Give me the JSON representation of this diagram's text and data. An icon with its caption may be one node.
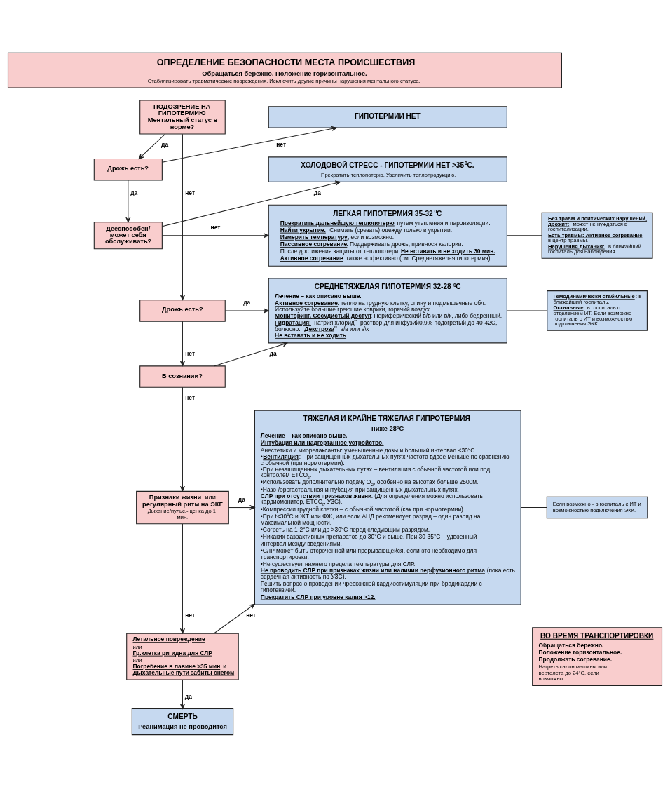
{
  "diagram": {
    "nodes": [
      {
        "text": [
          "ОПРЕДЕЛЕНИЕ БЕЗОПАСНОСТИ МЕСТА ПРОИСШЕСТВИЯ",
          "Обращаться бережно. Положение горизонтальное.",
          "Стабилизировать травматические повреждения. Исключить другие причины нарушения ментального статуса."
        ]
      },
      {
        "text": [
          "ПОДОЗРЕНИЕ НА ГИПОТЕРМИЮ",
          "Ментальный статус в норме?"
        ]
      },
      {
        "text": [
          "ГИПОТЕРМИИ НЕТ"
        ]
      },
      {
        "text": [
          "ХОЛОДОВОЙ СТРЕСС - ГИПОТЕРМИИ НЕТ >35$^{0}$C.",
          "Прекратить теплопотерю. Увеличить теплопродукцию."
        ]
      },
      {
        "text": [
          "Дрожь есть?"
        ]
      },
      {
        "text": [
          "Дееспособен/ может себя обслуживать?"
        ]
      },
      {
        "text": [
          "ЛЕГКАЯ ГИПОТЕРМИЯ 35-32$^{0}$C",
          "**Прекратить дальнейшую теплопотерю** путем утепления и пароизоляции.",
          "**Найти укрытие.** Снимать (срезать) одежду только в укрытии.",
          "**Измерить температуру**, если возможно.",
          "**Пассивное согревание**: Поддерживать дрожь, привнося калории.",
          "После достижения защиты от теплопотери **Не вставать и не ходить 30 мин.**",
          "**Активное согревание** также эффективно (см. Среднетяжелая гипотермия)."
        ]
      },
      {
        "text": [
          "**Без травм и психических нарушений, дрожит:** может не нуждаться в госпитализации.",
          "**Есть травмы: Активное согревание**, в центр травмы.",
          "**Нарушения дыхания:** в ближайший госпиталь для наблюдения."
        ]
      },
      {
        "text": [
          "Дрожь есть?"
        ]
      },
      {
        "text": [
          "СРЕДНЕТЯЖЕЛАЯ ГИПОТЕРМИЯ 32-28$^{0}$C",
          "Лечение – как описано выше.",
          "**Активное согревание**: тепло на грудную клетку, спину и подмышечные обл. Используйте большие греющие коврики, горячий воздух.",
          "**Мониторинг. Сосудистый доступ**: Периферический в/в или в/к, либо бедренный.",
          "**Гидратация:** натрия хлорид$^{**}$ раствор для инфузий0,9% подогретый до 40-42С, болюсно. **Декстроза**$^{**}$ в/в или в\\к",
          "Не вставать и не ходить"
        ]
      },
      {
        "text": [
          "**Гемодинамически стабильные**: в ближайший госпиталь.",
          "**Остальные**: в госпиталь с отделением ИТ. Если возможно – госпиталь с ИТ и возможностью подключения ЭКК."
        ]
      },
      {
        "text": [
          "В сознании?"
        ]
      },
      {
        "text": [
          "**Признаки жизни** или **регулярный ритм на ЭКГ**",
          "Дыхание/пульс.- ценка до 1 мин."
        ]
      },
      {
        "text": [
          "ТЯЖЕЛАЯ И КРАЙНЕ ТЯЖЕЛАЯ ГИПРОТЕРМИЯ",
          "ниже 28°C",
          "Лечение – как описано выше.",
          "Интубация или надгортанное устройство.",
          "Анестетики и миорелаксанты: уменьшенные дозы и больший интервал <30°C.",
          "•**Вентиляция**: При защищенных дыхательных путях частота вдвое меньше по сравнению с обычной (при нормотермии).",
          "•При незащищенных дыхательных путях – вентиляция с обычной частотой или под контролем ETCO$_{2}$.",
          "•Использовать дополнительно подачу O$_{2}$, особенно на высотах больше 2500м.",
          "•Назо-/орогастральная интубация при защищенных дыхательных путях.",
          "**СЛР при отсутствии признаков жизни**. (Для определения можно использовать кардиомонитор, ETCO$_{2}$, УЗС).",
          "•Компрессии грудной клетки – с обычной частотой (как при нормотермии).",
          "•При t<30°C и ЖТ или ФЖ, или если АНД рекомендует разряд – один разряд на максимальной мощности.",
          "•Согреть на 1-2°C или до >30°C перед следующим разрядом.",
          "•Никаких вазоактивных препаратов до 30°C и выше. При 30-35°C – удвоенный интервал между введениями.",
          "•СЛР может быть отсроченной или прерывающейся, если это необходимо для транспортировки.",
          "•Не существует нижнего предела температуры для СЛР.",
          "**Не проводить СЛР при признаках жизни или наличии перфузионного ритма** (пока есть сердечная активность по УЗС).",
          "Решить вопрос о проведении чрескожной кардиостимуляции при брадикардии с гипотензией.",
          "Прекратить СЛР при уровне калия >12."
        ]
      },
      {
        "text": [
          "Если возможно - в госпиталь с ИТ и возможностью подключения ЭКК."
        ]
      },
      {
        "text": [
          "Летальное повреждение",
          "или",
          "Гр.клетка ригидна для СЛР",
          "или",
          "**Погребение в лавине >35 мин** и **Дыхательные пути забиты снегом**"
        ]
      },
      {
        "text": [
          "СМЕРТЬ",
          "Реанимация не проводится"
        ]
      },
      {
        "text": [
          "ВО ВРЕМЯ ТРАНСПОРТИРОВКИ",
          "Обращаться бережно.",
          "Положение горизонтальное.",
          "Продолжать согревание.",
          "Нагреть салон машины или вертолета до 24°C, если возможно"
        ]
      }
    ],
    "edges": [
      {
        "from": 1,
        "to": 4,
        "label": "да",
        "arrow": "to"
      },
      {
        "from": 4,
        "to": 2,
        "label": "нет",
        "arrow": "to"
      },
      {
        "from": 4,
        "to": 5,
        "label": "да",
        "arrow": "to"
      },
      {
        "from": 5,
        "to": 3,
        "label": "да",
        "arrow": "to"
      },
      {
        "from": 5,
        "to": 6,
        "label": "нет",
        "arrow": "to"
      },
      {
        "from": 6,
        "to": 7,
        "arrow": "none"
      },
      {
        "from": 1,
        "to": 8,
        "label": "нет",
        "arrow": "to"
      },
      {
        "from": 8,
        "to": 9,
        "label": "да",
        "arrow": "to"
      },
      {
        "from": 8,
        "to": 11,
        "label": "нет",
        "arrow": "to"
      },
      {
        "from": 11,
        "to": 9,
        "label": "да",
        "arrow": "to"
      },
      {
        "from": 9,
        "to": 10,
        "arrow": "none"
      },
      {
        "from": 11,
        "to": 12,
        "label": "нет",
        "arrow": "to"
      },
      {
        "from": 12,
        "to": 13,
        "label": "да",
        "arrow": "to"
      },
      {
        "from": 13,
        "to": 14,
        "arrow": "none"
      },
      {
        "from": 12,
        "to": 15,
        "label": "нет",
        "arrow": "to"
      },
      {
        "from": 15,
        "to": 13,
        "label": "нет",
        "arrow": "to"
      },
      {
        "from": 15,
        "to": 16,
        "label": "да",
        "arrow": "to"
      }
    ]
  }
}
